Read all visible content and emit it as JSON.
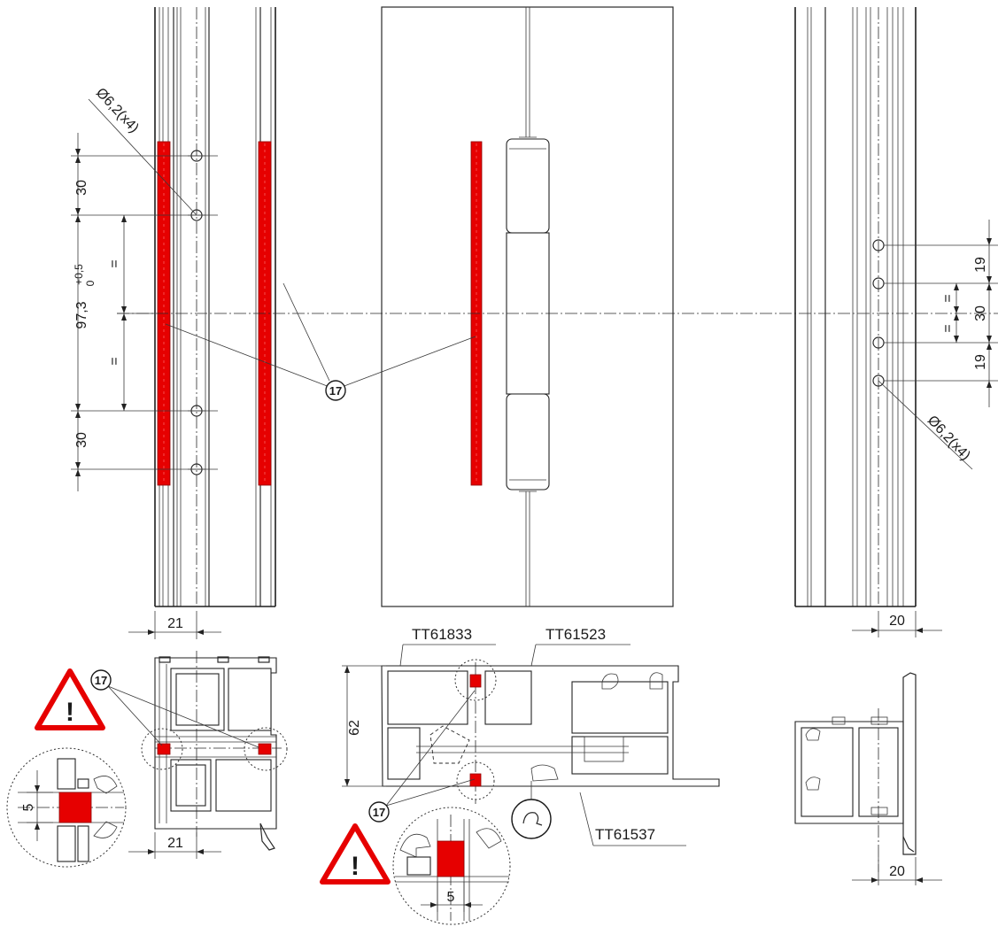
{
  "colors": {
    "gasket": "#e60000",
    "warning_border": "#e60000",
    "line": "#222222"
  },
  "callouts": {
    "item_17": "17"
  },
  "warning_symbol": "!",
  "left_elevation": {
    "hole_label": "Ø6,2(x4)",
    "dim_top": "30",
    "dim_mid_value": "97,3",
    "dim_mid_tol_upper": "+0,5",
    "dim_mid_tol_lower": "0",
    "equal_upper": "=",
    "equal_lower": "=",
    "dim_bottom": "30",
    "width": "21"
  },
  "right_elevation": {
    "hole_label": "Ø6,2(x4)",
    "dim_1": "19",
    "dim_2": "30",
    "dim_3": "19",
    "equal_upper": "=",
    "equal_lower": "=",
    "width": "20"
  },
  "left_section": {
    "width": "21",
    "detail_dim": "5"
  },
  "middle_section": {
    "profile_top_left": "TT61833",
    "profile_top_right": "TT61523",
    "profile_bottom": "TT61537",
    "height": "62",
    "detail_dim": "5"
  },
  "right_section": {
    "width": "20"
  }
}
